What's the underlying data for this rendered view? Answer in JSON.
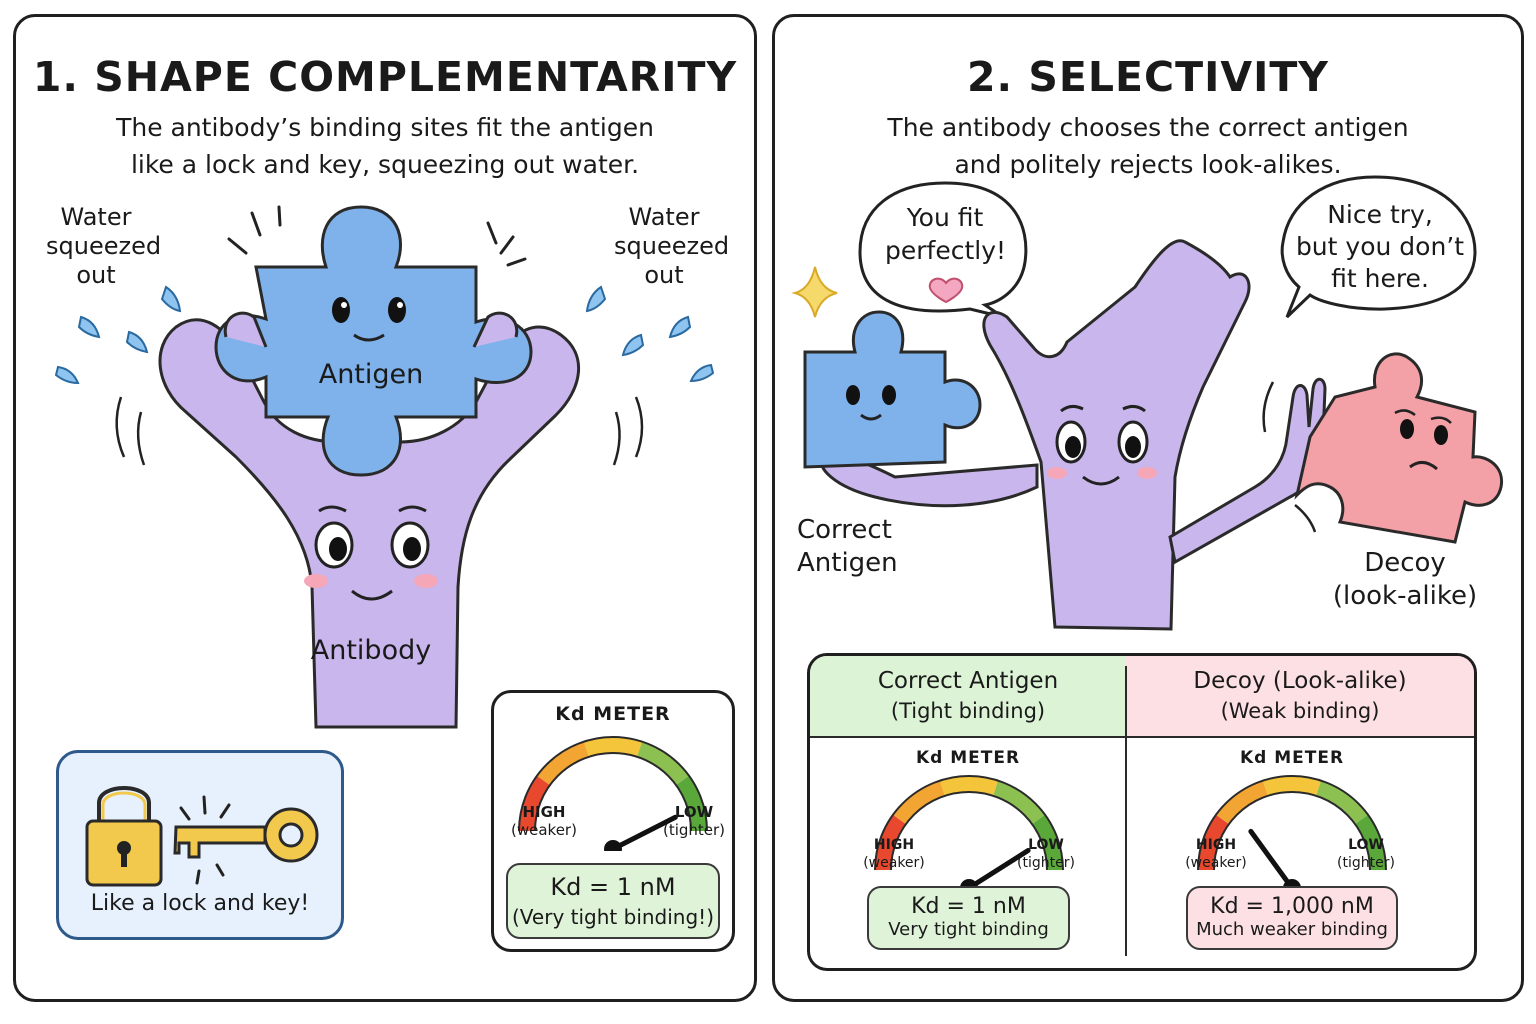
{
  "panel1": {
    "title": "1. SHAPE COMPLEMENTARITY",
    "subtitle_line1": "The antibody’s binding sites fit the antigen",
    "subtitle_line2": "like a lock and key, squeezing out water.",
    "water_left": [
      "Water",
      "squeezed",
      "out"
    ],
    "water_right": [
      "Water",
      "squeezed",
      "out"
    ],
    "antigen_label": "Antigen",
    "antibody_label": "Antibody",
    "lock_caption": "Like a lock and key!",
    "meter": {
      "title": "Kd METER",
      "high": "HIGH",
      "high_sub": "(weaker)",
      "low": "LOW",
      "low_sub": "(tighter)",
      "value": "Kd  =  1 nM",
      "note": "(Very tight binding!)",
      "level": 0.85
    }
  },
  "panel2": {
    "title": "2. SELECTIVITY",
    "subtitle_line1": "The antibody chooses the correct antigen",
    "subtitle_line2": "and politely rejects look-alikes.",
    "bubble_left": [
      "You fit",
      "perfectly!"
    ],
    "bubble_right": [
      "Nice try,",
      "but you don’t",
      "fit here."
    ],
    "correct_label": [
      "Correct",
      "Antigen"
    ],
    "decoy_label": [
      "Decoy",
      "(look-alike)"
    ],
    "col_a": {
      "header": "Correct Antigen",
      "sub": "(Tight binding)",
      "meter_title": "Kd METER",
      "high": "HIGH",
      "high_sub": "(weaker)",
      "low": "LOW",
      "low_sub": "(tighter)",
      "value": "Kd  =  1 nM",
      "note": "Very tight binding",
      "level": 0.82
    },
    "col_b": {
      "header": "Decoy (Look-alike)",
      "sub": "(Weak binding)",
      "meter_title": "Kd METER",
      "high": "HIGH",
      "high_sub": "(weaker)",
      "low": "LOW",
      "low_sub": "(tighter)",
      "value": "Kd  =  1,000 nM",
      "note": "Much weaker binding",
      "level": 0.3
    }
  },
  "colors": {
    "antibody": "#c9b6ec",
    "antigen": "#7fb2ea",
    "decoy": "#f3a0a6",
    "water": "#8ec4ef",
    "gold": "#f2c94c",
    "green_box": "#dff3d8",
    "pink_box": "#fde0e4"
  }
}
